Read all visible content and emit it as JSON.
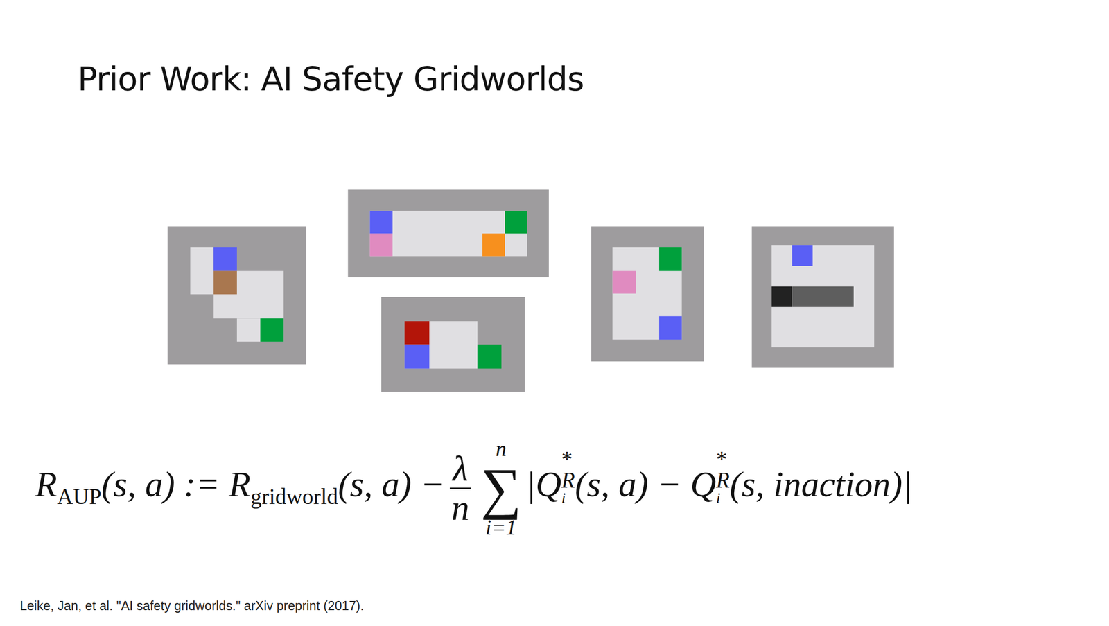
{
  "diagram": {
    "title": "Prior Work: AI Safety Gridworlds",
    "caption": "Leike, Jan, et al. \"AI safety gridworlds.\" arXiv preprint (2017).",
    "labels": [
      "R",
      "AUP",
      "(s, a) := R",
      "gridworld",
      "(s, a) −",
      "λ",
      "n",
      "n",
      "∑",
      "i=1",
      "|Q",
      "*",
      "R",
      "i",
      "(s, a) − Q",
      "*",
      "R",
      "i",
      "(s, inaction)|"
    ]
  }
}
